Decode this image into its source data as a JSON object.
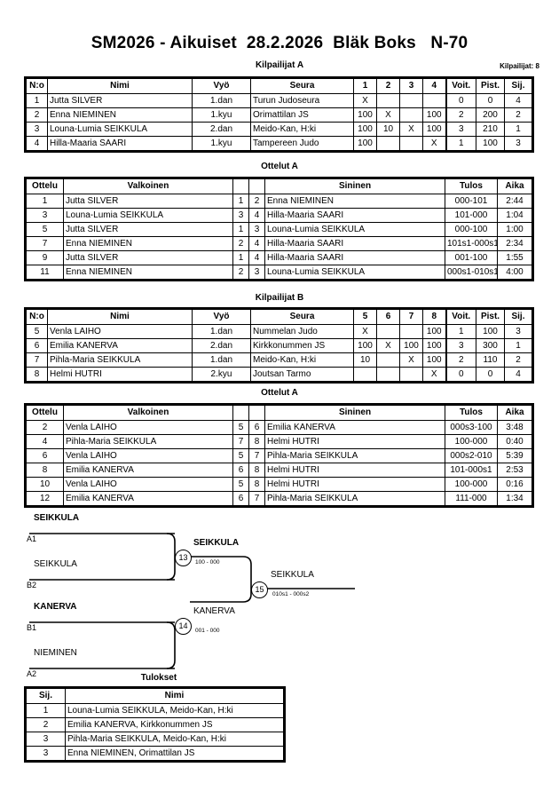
{
  "header": {
    "title": "SM2026 - Aikuiset  28.2.2026  Bläk Boks   N-70",
    "competitors_label": "Kilpailijat: 8"
  },
  "pool_a": {
    "caption": "Kilpailijat A",
    "columns": [
      "N:o",
      "Nimi",
      "Vyö",
      "Seura",
      "1",
      "2",
      "3",
      "4",
      "Voit.",
      "Pist.",
      "Sij."
    ],
    "rows": [
      {
        "no": "1",
        "name": "Jutta SILVER",
        "belt": "1.dan",
        "club": "Turun Judoseura",
        "m": [
          "X",
          "",
          "",
          ""
        ],
        "wins": "0",
        "points": "0",
        "rank": "4"
      },
      {
        "no": "2",
        "name": "Enna NIEMINEN",
        "belt": "1.kyu",
        "club": "Orimattilan JS",
        "m": [
          "100",
          "X",
          "",
          "100"
        ],
        "wins": "2",
        "points": "200",
        "rank": "2"
      },
      {
        "no": "3",
        "name": "Louna-Lumia SEIKKULA",
        "belt": "2.dan",
        "club": "Meido-Kan, H:ki",
        "m": [
          "100",
          "10",
          "X",
          "100"
        ],
        "wins": "3",
        "points": "210",
        "rank": "1"
      },
      {
        "no": "4",
        "name": "Hilla-Maaria SAARI",
        "belt": "1.kyu",
        "club": "Tampereen Judo",
        "m": [
          "100",
          "",
          "",
          "X"
        ],
        "wins": "1",
        "points": "100",
        "rank": "3"
      }
    ]
  },
  "matches_a": {
    "caption": "Ottelut A",
    "columns": [
      "Ottelu",
      "Valkoinen",
      "",
      "",
      "Sininen",
      "Tulos",
      "Aika"
    ],
    "rows": [
      {
        "match": "1",
        "white": "Jutta SILVER",
        "white_bold": false,
        "wn": "1",
        "bn": "2",
        "blue": "Enna NIEMINEN",
        "blue_bold": true,
        "result": "000-101",
        "time": "2:44"
      },
      {
        "match": "3",
        "white": "Louna-Lumia SEIKKULA",
        "white_bold": true,
        "wn": "3",
        "bn": "4",
        "blue": "Hilla-Maaria SAARI",
        "blue_bold": false,
        "result": "101-000",
        "time": "1:04"
      },
      {
        "match": "5",
        "white": "Jutta SILVER",
        "white_bold": false,
        "wn": "1",
        "bn": "3",
        "blue": "Louna-Lumia SEIKKULA",
        "blue_bold": true,
        "result": "000-100",
        "time": "1:00"
      },
      {
        "match": "7",
        "white": "Enna NIEMINEN",
        "white_bold": true,
        "wn": "2",
        "bn": "4",
        "blue": "Hilla-Maaria SAARI",
        "blue_bold": false,
        "result": "101s1-000s1",
        "time": "2:34"
      },
      {
        "match": "9",
        "white": "Jutta SILVER",
        "white_bold": false,
        "wn": "1",
        "bn": "4",
        "blue": "Hilla-Maaria SAARI",
        "blue_bold": true,
        "result": "001-100",
        "time": "1:55"
      },
      {
        "match": "11",
        "white": "Enna NIEMINEN",
        "white_bold": false,
        "wn": "2",
        "bn": "3",
        "blue": "Louna-Lumia SEIKKULA",
        "blue_bold": true,
        "result": "000s1-010s1",
        "time": "4:00"
      }
    ]
  },
  "pool_b": {
    "caption": "Kilpailijat B",
    "columns": [
      "N:o",
      "Nimi",
      "Vyö",
      "Seura",
      "5",
      "6",
      "7",
      "8",
      "Voit.",
      "Pist.",
      "Sij."
    ],
    "rows": [
      {
        "no": "5",
        "name": "Venla LAIHO",
        "belt": "1.dan",
        "club": "Nummelan Judo",
        "m": [
          "X",
          "",
          "",
          "100"
        ],
        "wins": "1",
        "points": "100",
        "rank": "3"
      },
      {
        "no": "6",
        "name": "Emilia KANERVA",
        "belt": "2.dan",
        "club": "Kirkkonummen JS",
        "m": [
          "100",
          "X",
          "100",
          "100"
        ],
        "wins": "3",
        "points": "300",
        "rank": "1"
      },
      {
        "no": "7",
        "name": "Pihla-Maria SEIKKULA",
        "belt": "1.dan",
        "club": "Meido-Kan, H:ki",
        "m": [
          "10",
          "",
          "X",
          "100"
        ],
        "wins": "2",
        "points": "110",
        "rank": "2"
      },
      {
        "no": "8",
        "name": "Helmi HUTRI",
        "belt": "2.kyu",
        "club": "Joutsan Tarmo",
        "m": [
          "",
          "",
          "",
          "X"
        ],
        "wins": "0",
        "points": "0",
        "rank": "4"
      }
    ]
  },
  "matches_b": {
    "caption": "Ottelut A",
    "columns": [
      "Ottelu",
      "Valkoinen",
      "",
      "",
      "Sininen",
      "Tulos",
      "Aika"
    ],
    "rows": [
      {
        "match": "2",
        "white": "Venla LAIHO",
        "white_bold": false,
        "wn": "5",
        "bn": "6",
        "blue": "Emilia KANERVA",
        "blue_bold": true,
        "result": "000s3-100",
        "time": "3:48"
      },
      {
        "match": "4",
        "white": "Pihla-Maria SEIKKULA",
        "white_bold": true,
        "wn": "7",
        "bn": "8",
        "blue": "Helmi HUTRI",
        "blue_bold": false,
        "result": "100-000",
        "time": "0:40"
      },
      {
        "match": "6",
        "white": "Venla LAIHO",
        "white_bold": false,
        "wn": "5",
        "bn": "7",
        "blue": "Pihla-Maria SEIKKULA",
        "blue_bold": true,
        "result": "000s2-010",
        "time": "5:39"
      },
      {
        "match": "8",
        "white": "Emilia KANERVA",
        "white_bold": true,
        "wn": "6",
        "bn": "8",
        "blue": "Helmi HUTRI",
        "blue_bold": false,
        "result": "101-000s1",
        "time": "2:53"
      },
      {
        "match": "10",
        "white": "Venla LAIHO",
        "white_bold": true,
        "wn": "5",
        "bn": "8",
        "blue": "Helmi HUTRI",
        "blue_bold": false,
        "result": "100-000",
        "time": "0:16"
      },
      {
        "match": "12",
        "white": "Emilia KANERVA",
        "white_bold": true,
        "wn": "6",
        "bn": "7",
        "blue": "Pihla-Maria SEIKKULA",
        "blue_bold": false,
        "result": "111-000",
        "time": "1:34"
      }
    ]
  },
  "bracket": {
    "entries": [
      {
        "name": "SEIKKULA",
        "seed": "A1",
        "bold": true
      },
      {
        "name": "SEIKKULA",
        "seed": "B2",
        "bold": false
      },
      {
        "name": "KANERVA",
        "seed": "B1",
        "bold": true
      },
      {
        "name": "NIEMINEN",
        "seed": "A2",
        "bold": false
      }
    ],
    "semi_top": {
      "number": "13",
      "winner": "SEIKKULA",
      "score": "100 - 000"
    },
    "semi_bottom": {
      "number": "14",
      "winner": "KANERVA",
      "score": "001 - 000"
    },
    "final": {
      "number": "15",
      "winner": "SEIKKULA",
      "score": "010s1 - 000s2"
    }
  },
  "results": {
    "caption": "Tulokset",
    "columns": [
      "Sij.",
      "Nimi"
    ],
    "rows": [
      {
        "rank": "1",
        "name": "Louna-Lumia SEIKKULA, Meido-Kan, H:ki"
      },
      {
        "rank": "2",
        "name": "Emilia KANERVA, Kirkkonummen JS"
      },
      {
        "rank": "3",
        "name": "Pihla-Maria SEIKKULA, Meido-Kan, H:ki"
      },
      {
        "rank": "3",
        "name": "Enna NIEMINEN, Orimattilan JS"
      }
    ]
  }
}
